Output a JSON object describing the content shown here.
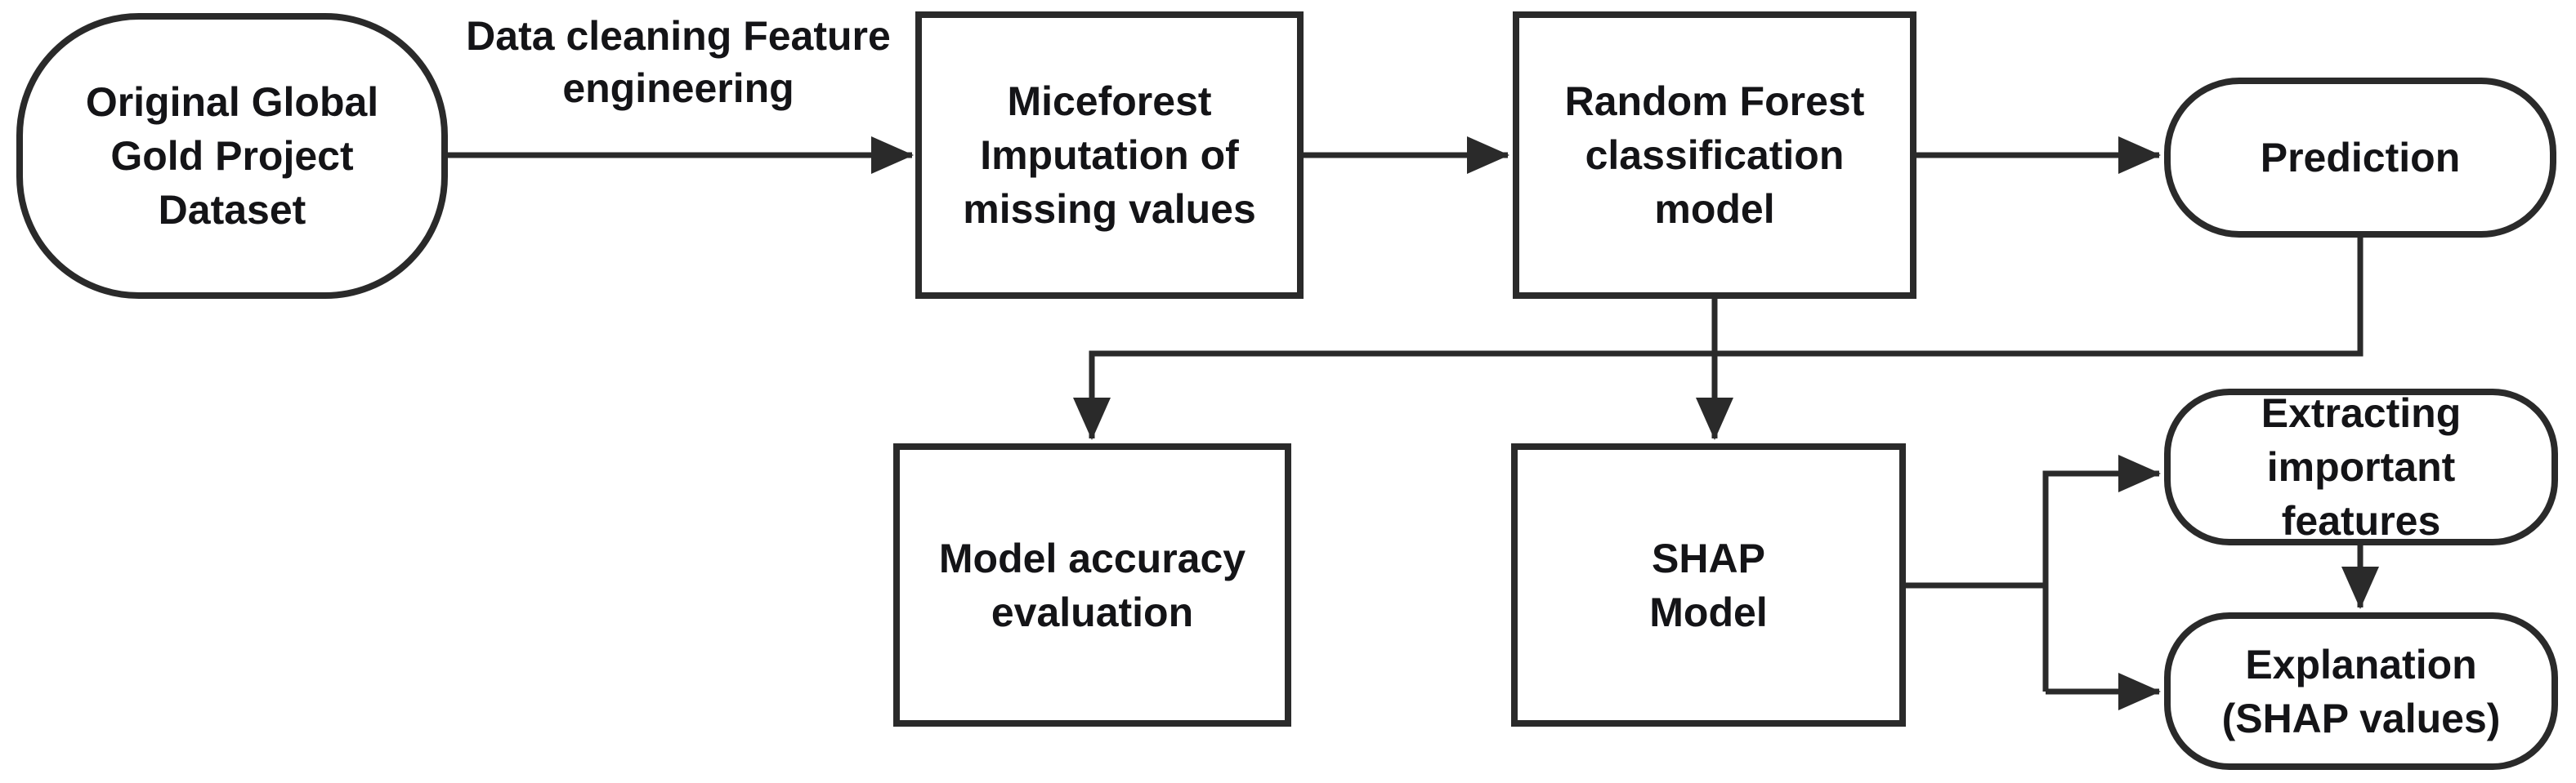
{
  "colors": {
    "stroke": "#2a2a2a",
    "text": "#141417",
    "background": "#ffffff"
  },
  "nodes": {
    "original_dataset": {
      "shape": "rounded",
      "lines": [
        "Original Global",
        "Gold Project",
        "Dataset"
      ]
    },
    "miceforest": {
      "shape": "rect",
      "lines": [
        "Miceforest",
        "Imputation of",
        "missing values"
      ]
    },
    "random_forest": {
      "shape": "rect",
      "lines": [
        "Random Forest",
        "classification",
        "model"
      ]
    },
    "prediction": {
      "shape": "rounded",
      "lines": [
        "Prediction"
      ]
    },
    "model_accuracy": {
      "shape": "rect",
      "lines": [
        "Model accuracy",
        "evaluation"
      ]
    },
    "shap_model": {
      "shape": "rect",
      "lines": [
        "SHAP",
        "Model"
      ]
    },
    "extracting_features": {
      "shape": "rounded",
      "lines": [
        "Extracting",
        "important",
        "features"
      ]
    },
    "explanation": {
      "shape": "rounded",
      "lines": [
        "Explanation",
        "(SHAP values)"
      ]
    }
  },
  "edge_label": {
    "lines": [
      "Data cleaning",
      "Feature engineering"
    ]
  },
  "edges": [
    {
      "from": "original_dataset",
      "to": "miceforest",
      "label": "Data cleaning / Feature engineering"
    },
    {
      "from": "miceforest",
      "to": "random_forest"
    },
    {
      "from": "random_forest",
      "to": "prediction"
    },
    {
      "from": "random_forest",
      "to": "model_accuracy"
    },
    {
      "from": "prediction",
      "to": "model_accuracy"
    },
    {
      "from": "random_forest",
      "to": "shap_model"
    },
    {
      "from": "prediction",
      "to": "shap_model"
    },
    {
      "from": "shap_model",
      "to": "extracting_features"
    },
    {
      "from": "shap_model",
      "to": "explanation"
    },
    {
      "from": "extracting_features",
      "to": "explanation"
    }
  ]
}
